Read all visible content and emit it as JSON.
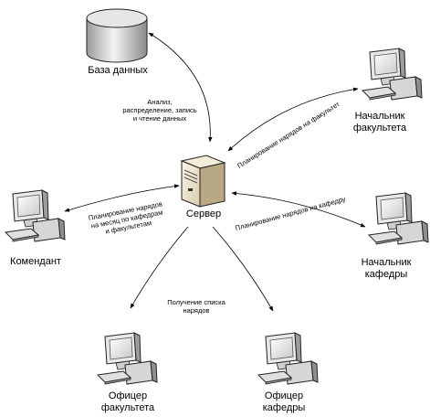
{
  "nodes": {
    "database": "База данных",
    "server": "Сервер",
    "faculty_head": "Начальник\nфакультета",
    "dept_head": "Начальник\nкафедры",
    "commandant": "Комендант",
    "faculty_officer": "Офицер\nфакультета",
    "dept_officer": "Офицер\nкафедры"
  },
  "edges": {
    "db_server": "Анализ,\nраспределение, запись\nи чтение данных",
    "faculty_head": "Планирование нарядов на факультет",
    "dept_head": "Планирование нарядов на кафедру",
    "commandant": "Планирование нарядов\nна месяц по кафедрам\nи факультетам",
    "officers": "Получение списка\nнарядов"
  }
}
